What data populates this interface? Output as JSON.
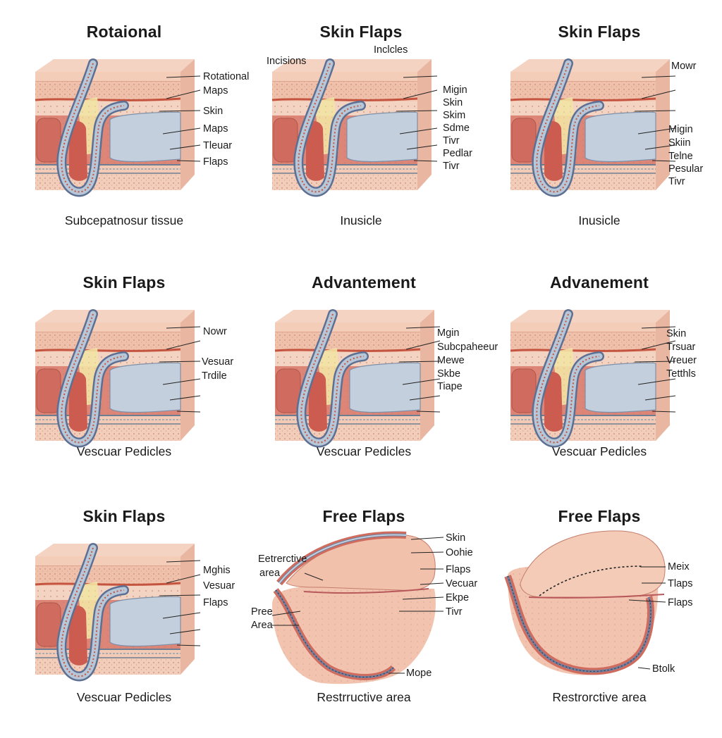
{
  "panels": [
    {
      "title": "Rotaional",
      "caption": "Subcepatnosur tissue",
      "labels": [
        "Rotational",
        "Maps",
        "Skin",
        "Maps",
        "Tleuar",
        "Flaps"
      ]
    },
    {
      "title": "Skin Flaps",
      "caption": "Inusicle",
      "labels": [
        "Incisions",
        "Inclcles",
        "Migin",
        "Skin",
        "Skim",
        "Sdme",
        "Tivr",
        "Pedlar",
        "Tivr"
      ]
    },
    {
      "title": "Skin Flaps",
      "caption": "Inusicle",
      "labels": [
        "Mowr",
        "Migin",
        "Skiin",
        "Telne",
        "Pesular",
        "Tivr"
      ]
    },
    {
      "title": "Skin Flaps",
      "caption": "Vescuar Pedicles",
      "labels": [
        "Nowr",
        "Vesuar",
        "Trdile"
      ]
    },
    {
      "title": "Advantement",
      "caption": "Vescuar Pedicles",
      "labels": [
        "Mgin",
        "Subcpaheeur",
        "Mewe",
        "Skbe",
        "Tiape"
      ]
    },
    {
      "title": "Advanement",
      "caption": "Vescuar Pedicles",
      "labels": [
        "Skin",
        "Trsuar",
        "Vreuer",
        "Tetthls"
      ]
    },
    {
      "title": "Skin Flaps",
      "caption": "Vescuar Pedicles",
      "labels": [
        "Mghis",
        "Vesuar",
        "Flaps"
      ]
    },
    {
      "title": "Free Flaps",
      "caption": "Restrructive area",
      "labels": [
        "Eetrerctive",
        "area",
        "Skin",
        "Oohie",
        "Flaps",
        "Vecuar",
        "Ekpe",
        "Tivr",
        "Pree",
        "Area",
        "Mope"
      ]
    },
    {
      "title": "Free Flaps",
      "caption": "Restrorctive area",
      "labels": [
        "Meix",
        "Tlaps",
        "Flaps",
        "Btolk"
      ]
    }
  ],
  "colors": {
    "skin_top": "#f2c5b0",
    "dermis": "#eab59e",
    "fat": "#f0d2bf",
    "muscle": "#d9756a",
    "vessel": "#b8c7d8",
    "vessel_dark": "#5d6f92",
    "yellow": "#f3e3a4"
  }
}
